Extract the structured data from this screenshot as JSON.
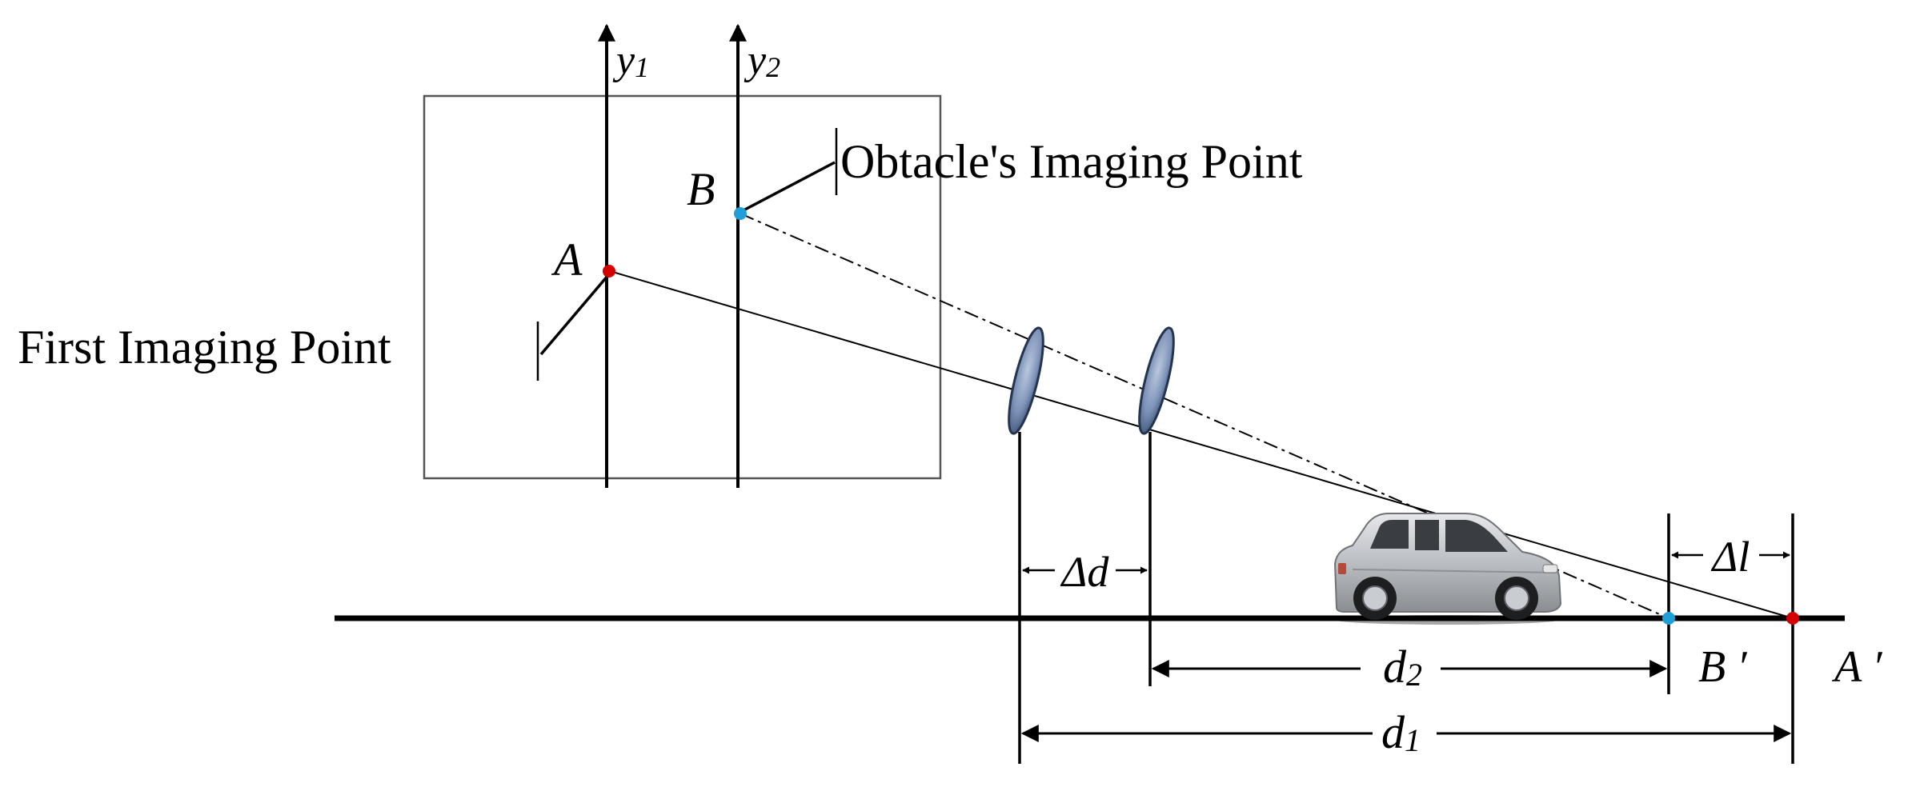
{
  "labels": {
    "y1": {
      "main": "y",
      "sub": "1"
    },
    "y2": {
      "main": "y",
      "sub": "2"
    },
    "point_a": "A",
    "point_b": "B",
    "obstacle_imaging_point": "Obtacle's Imaging Point",
    "first_imaging_point": "First Imaging Point",
    "delta_d": "Δd",
    "delta_l": "Δl",
    "d2": {
      "main": "d",
      "sub": "2"
    },
    "d1": {
      "main": "d",
      "sub": "1"
    },
    "b_prime": "B ′",
    "a_prime": "A ′"
  },
  "colors": {
    "line": "#000000",
    "frame": "#555555",
    "point_a": "#d40000",
    "point_b": "#1f9ed8",
    "lens_fill": "#7d93b8",
    "lens_stroke": "#25354f",
    "car_body": "#c3c6cb"
  },
  "icons": [
    "car-icon",
    "lens-icon"
  ]
}
